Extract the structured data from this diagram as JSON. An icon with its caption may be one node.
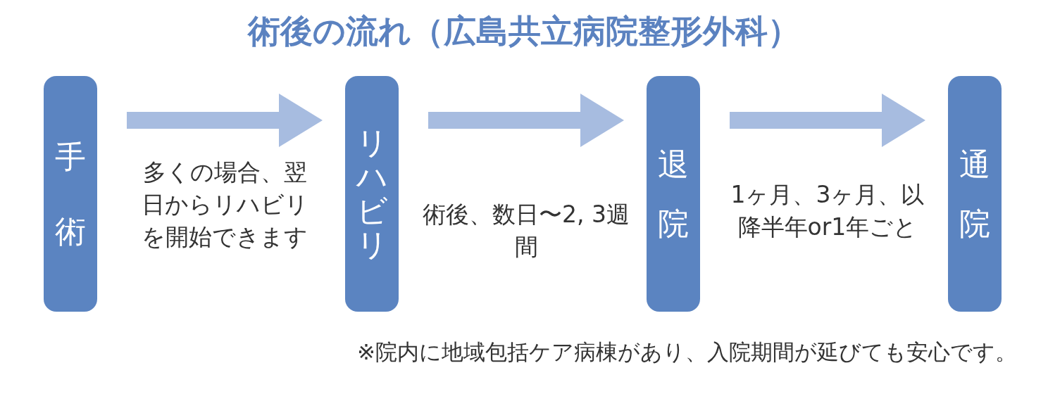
{
  "diagram": {
    "title": "術後の流れ（広島共立病院整形外科）",
    "nodes": [
      {
        "text": [
          "手術"
        ]
      },
      {
        "text": [
          "リハビリ"
        ]
      },
      {
        "text": [
          "退院"
        ]
      },
      {
        "text": [
          "通院"
        ]
      }
    ],
    "edges": [
      {
        "from": 0,
        "to": 1,
        "arrow": "to",
        "label": "多くの場合、翌日からリハビリを開始できます"
      },
      {
        "from": 1,
        "to": 2,
        "arrow": "to",
        "label": "術後、数日〜2, 3週間"
      },
      {
        "from": 2,
        "to": 3,
        "arrow": "to",
        "label": "1ヶ月、3ヶ月、以降半年or1年ごと"
      }
    ],
    "labels": [
      "※院内に地域包括ケア病棟があり、入院期間が延びても安心です。"
    ]
  }
}
